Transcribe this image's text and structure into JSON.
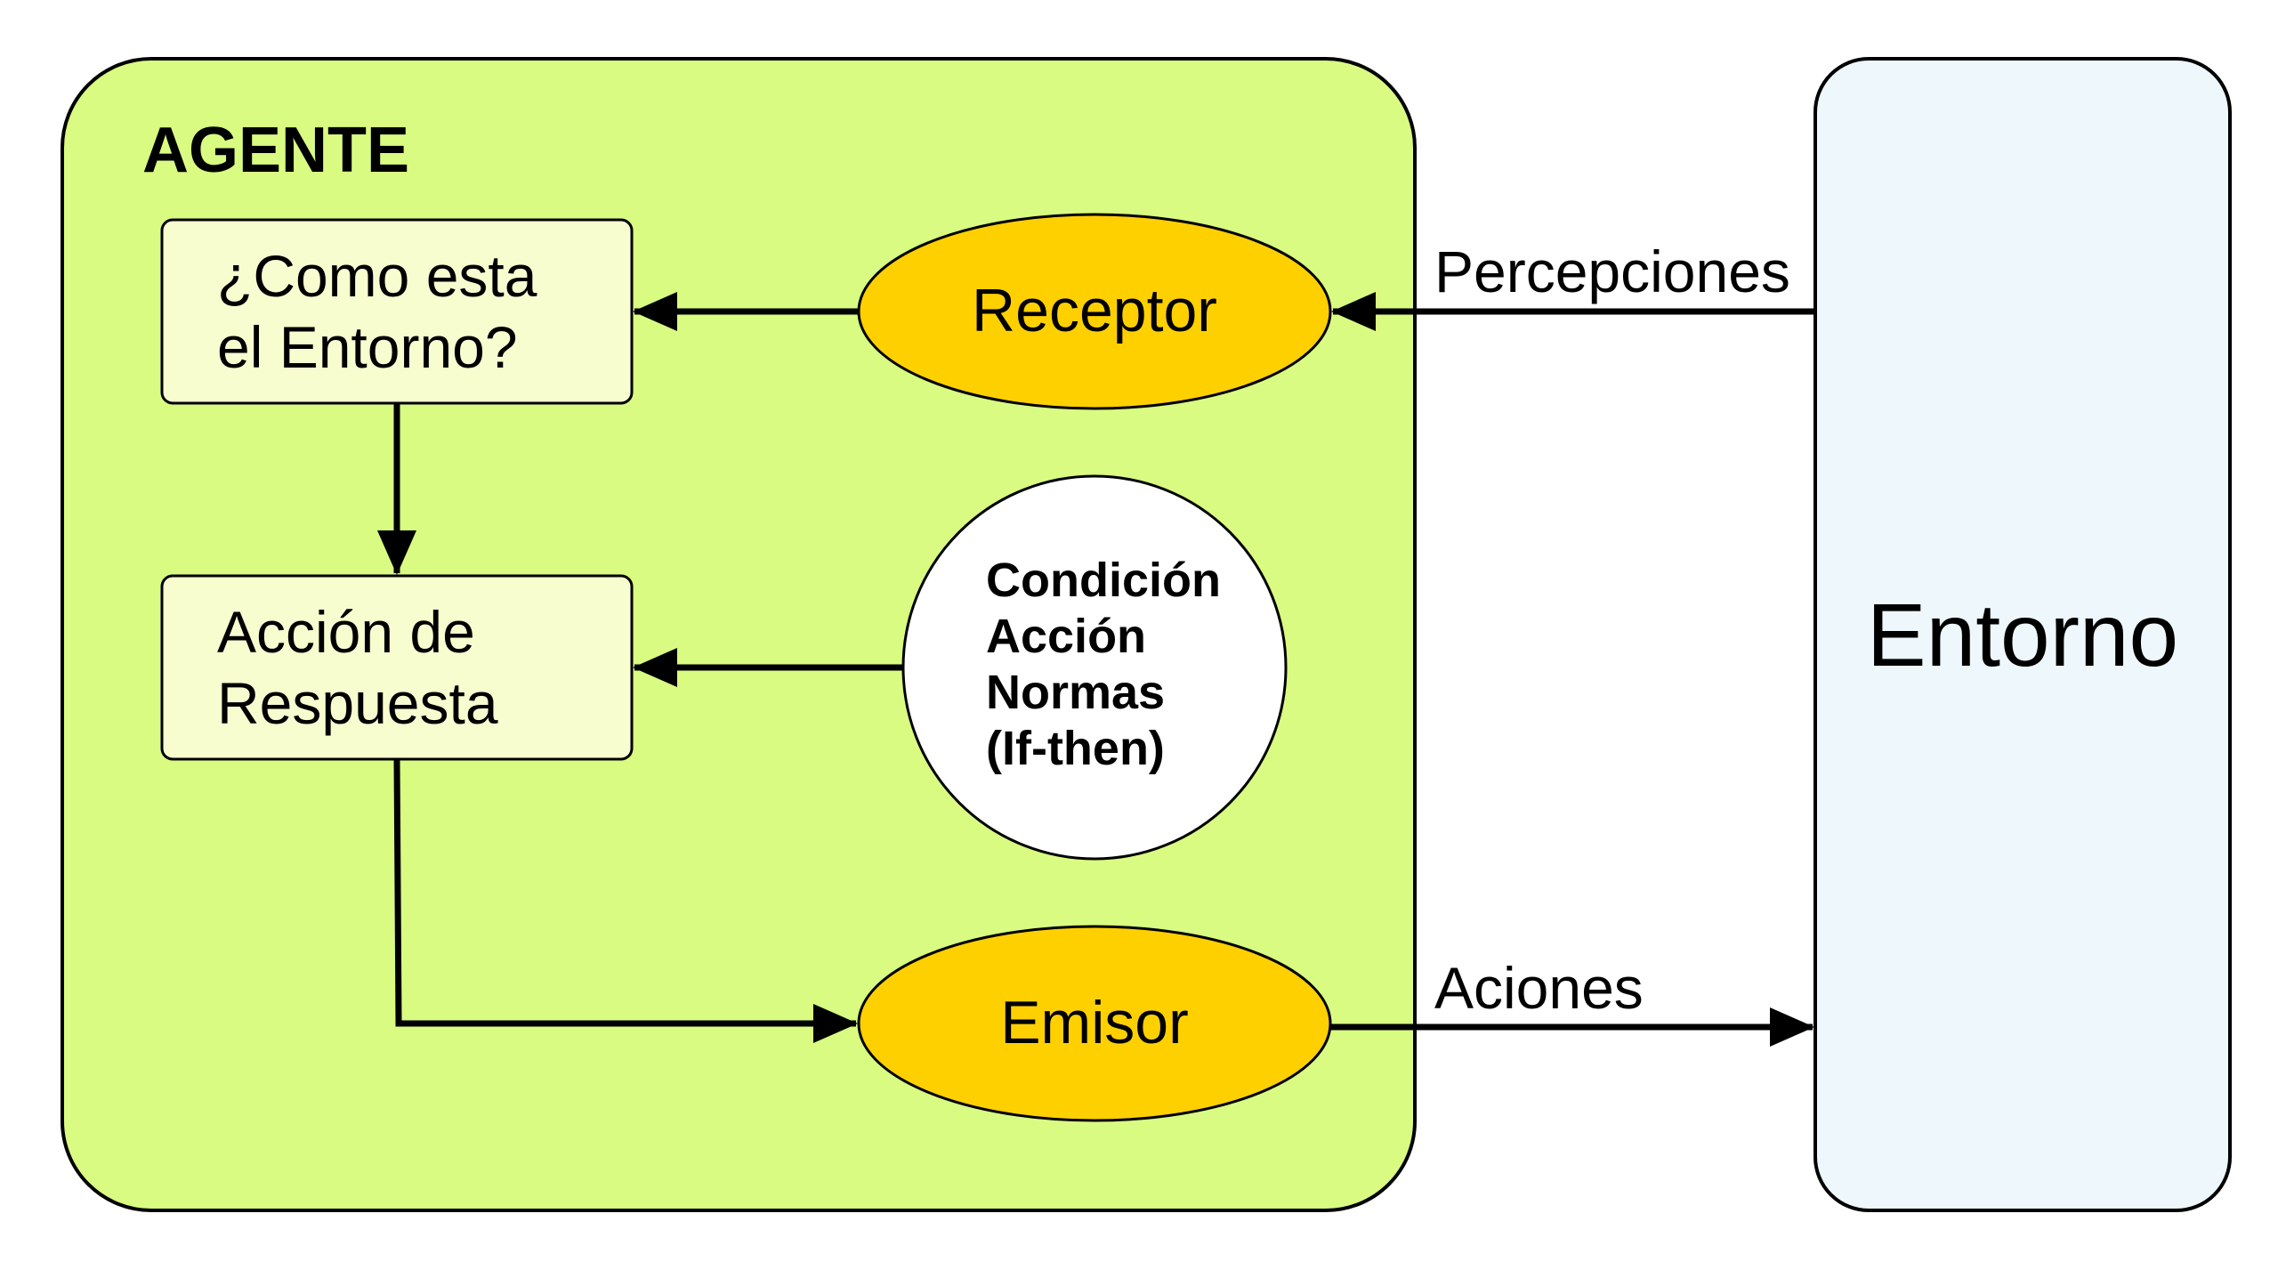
{
  "agent": {
    "title": "AGENTE",
    "fill_color": "#d9fb82"
  },
  "state_box": {
    "line1": "¿Como esta",
    "line2": "el Entorno?",
    "fill_color": "#f8fdd0"
  },
  "action_box": {
    "line1": "Acción de",
    "line2": "Respuesta",
    "fill_color": "#f8fdd0"
  },
  "receptor": {
    "label": "Receptor",
    "fill_color": "#ffd000"
  },
  "emisor": {
    "label": "Emisor",
    "fill_color": "#ffd000"
  },
  "rules_circle": {
    "line1": "Condición",
    "line2": "Acción",
    "line3": "Normas",
    "line4": "(If-then)",
    "fill_color": "#ffffff"
  },
  "flows": {
    "perceptions": "Percepciones",
    "actions": "Aciones"
  },
  "environment": {
    "label": "Entorno",
    "fill_color": "#eef7fb"
  }
}
